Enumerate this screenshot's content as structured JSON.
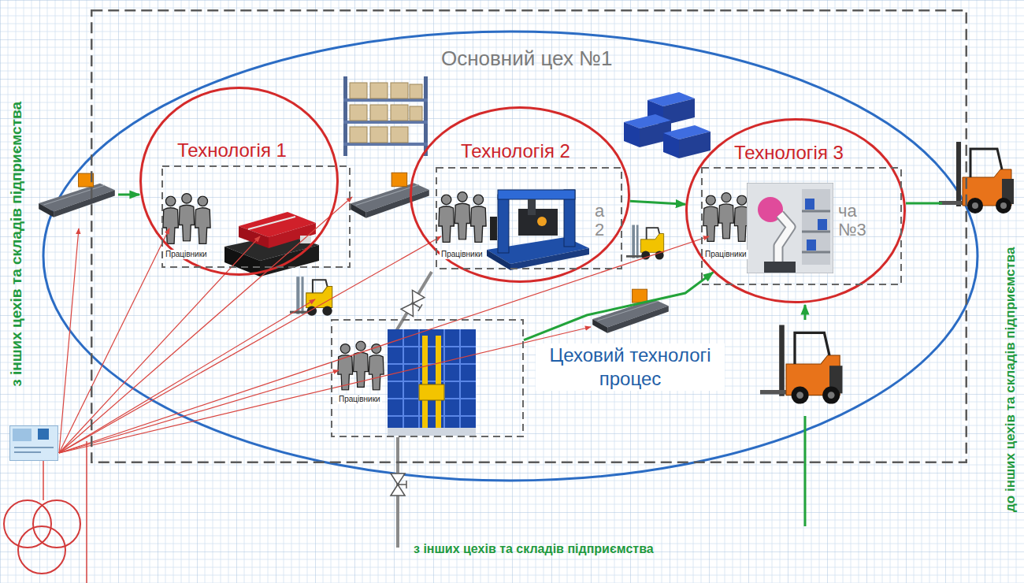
{
  "diagram": {
    "nodes": [
      {
        "text": [
          "Основний цех №1"
        ]
      },
      {
        "text": [
          "Технологія 1"
        ],
        "in": 0
      },
      {
        "text": [
          "Технологія 2"
        ],
        "in": 0
      },
      {
        "text": [
          "Технологія 3"
        ],
        "in": 0
      },
      {
        "text": [
          "Працівники"
        ],
        "in": 1
      },
      {
        "text": [
          "Працівники",
          "а 2"
        ],
        "in": 2
      },
      {
        "text": [
          "Працівники",
          "ча №3"
        ],
        "in": 3
      },
      {
        "text": [
          "Працівники"
        ],
        "in": 0
      }
    ],
    "edges": [
      {
        "from": 2,
        "to": 3,
        "arrow": "to"
      },
      {
        "from": 7,
        "to": 3,
        "arrow": "to"
      }
    ],
    "labels": [
      "з інших цехів та складів підприємства",
      "до інших цехів та складів підприємства",
      "Цеховий технологі процес",
      "з інших цехів та складів підприємства"
    ]
  }
}
